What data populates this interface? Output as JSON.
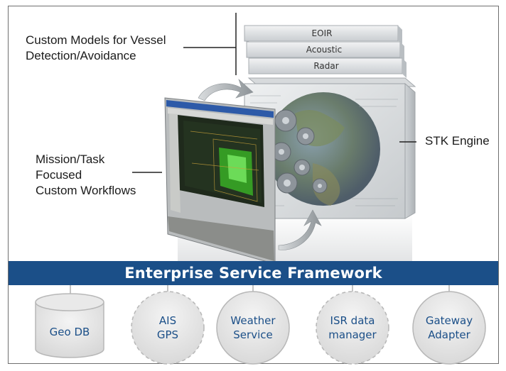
{
  "labels": {
    "custom_models": [
      "Custom Models for Vessel",
      "Detection/Avoidance"
    ],
    "mission_task": [
      "Mission/Task",
      "Focused",
      "Custom Workflows"
    ],
    "stk_engine": "STK Engine"
  },
  "model_layers": [
    "EOIR",
    "Acoustic",
    "Radar"
  ],
  "framework": {
    "title": "Enterprise Service Framework"
  },
  "services": [
    {
      "lines": [
        "Geo DB"
      ],
      "shape": "cylinder"
    },
    {
      "lines": [
        "AIS",
        "GPS"
      ],
      "shape": "dashed-circle"
    },
    {
      "lines": [
        "Weather",
        "Service"
      ],
      "shape": "circle"
    },
    {
      "lines": [
        "ISR data",
        "manager"
      ],
      "shape": "dashed-circle"
    },
    {
      "lines": [
        "Gateway",
        "Adapter"
      ],
      "shape": "circle"
    }
  ],
  "colors": {
    "framework_bar": "#1b4f88",
    "service_text": "#1b4f88",
    "service_fill": "#e0e0e0",
    "service_stroke": "#b7b7b7"
  }
}
